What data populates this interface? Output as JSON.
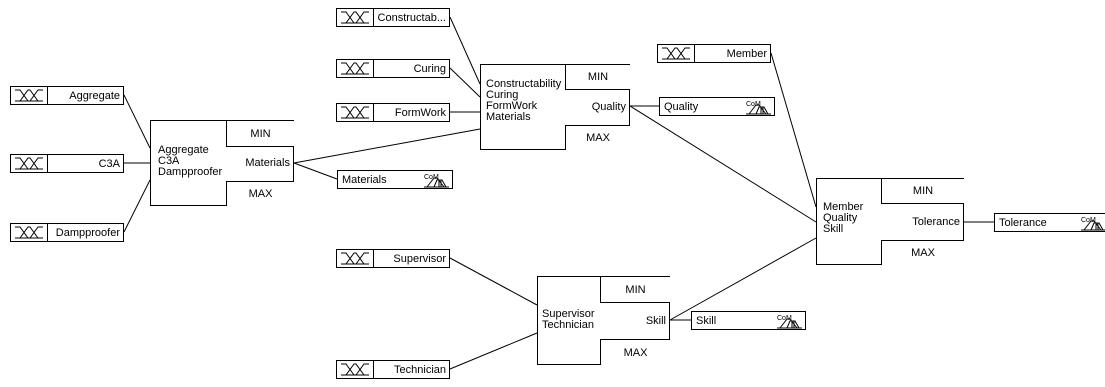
{
  "inputs": {
    "constructability": "Constructab...",
    "curing": "Curing",
    "formwork": "FormWork",
    "aggregate": "Aggregate",
    "c3a": "C3A",
    "dampproofer": "Dampproofer",
    "member": "Member",
    "supervisor": "Supervisor",
    "technician": "Technician"
  },
  "rule_blocks": {
    "materials": {
      "min": "MIN",
      "max": "MAX",
      "inputs": [
        "Aggregate",
        "C3A",
        "Dampproofer"
      ],
      "output": "Materials"
    },
    "quality": {
      "min": "MIN",
      "max": "MAX",
      "inputs": [
        "Constructability",
        "Curing",
        "FormWork",
        "Materials"
      ],
      "output": "Quality"
    },
    "tolerance": {
      "min": "MIN",
      "max": "MAX",
      "inputs": [
        "Member",
        "Quality",
        "Skill"
      ],
      "output": "Tolerance"
    },
    "skill": {
      "min": "MIN",
      "max": "MAX",
      "inputs": [
        "Supervisor",
        "Technician"
      ],
      "output": "Skill"
    }
  },
  "outputs": {
    "materials": "Materials",
    "quality": "Quality",
    "tolerance": "Tolerance",
    "skill": "Skill"
  },
  "icons": {
    "membership_icon": "membership-functions-icon",
    "defuzz_icon": "com-defuzzification-icon",
    "defuzz_text": "CoM"
  }
}
